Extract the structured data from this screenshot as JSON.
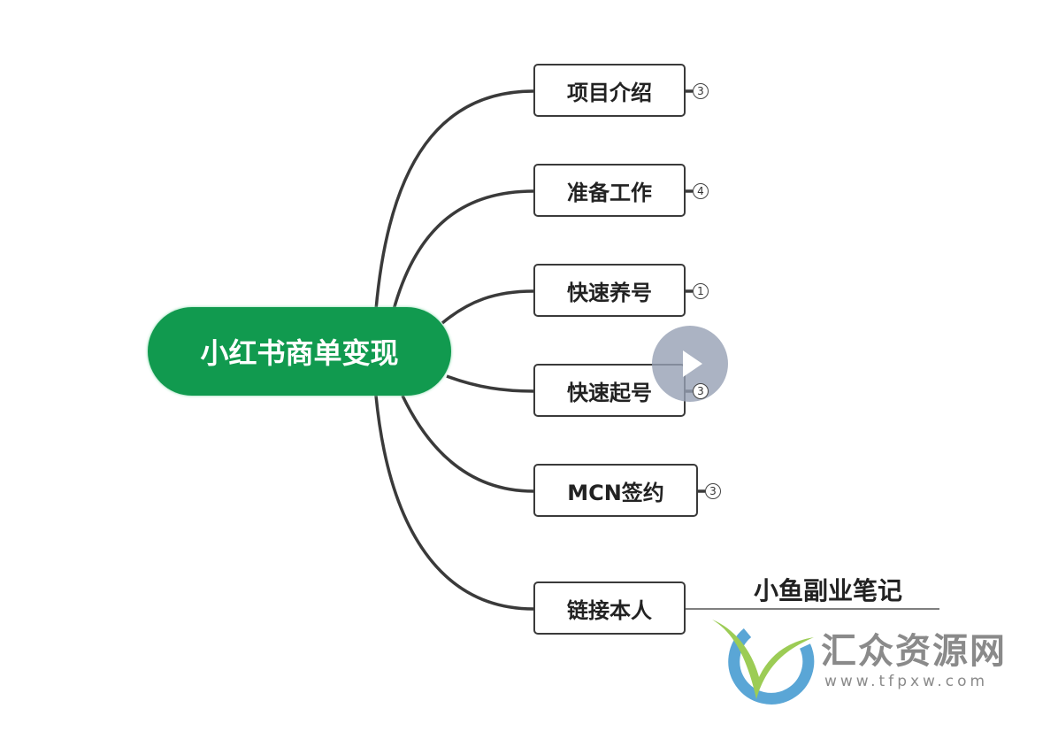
{
  "root": {
    "label": "小红书商单变现",
    "color": "#119a4f"
  },
  "branches": [
    {
      "label": "项目介绍",
      "count": "3"
    },
    {
      "label": "准备工作",
      "count": "4"
    },
    {
      "label": "快速养号",
      "count": "1"
    },
    {
      "label": "快速起号",
      "count": "3"
    },
    {
      "label": "MCN签约",
      "count": "3"
    },
    {
      "label": "链接本人",
      "count": null
    }
  ],
  "note": "小鱼副业笔记",
  "overlay": {
    "icon": "play-icon"
  },
  "watermark": {
    "title": "汇众资源网",
    "url": "www.tfpxw.com"
  }
}
